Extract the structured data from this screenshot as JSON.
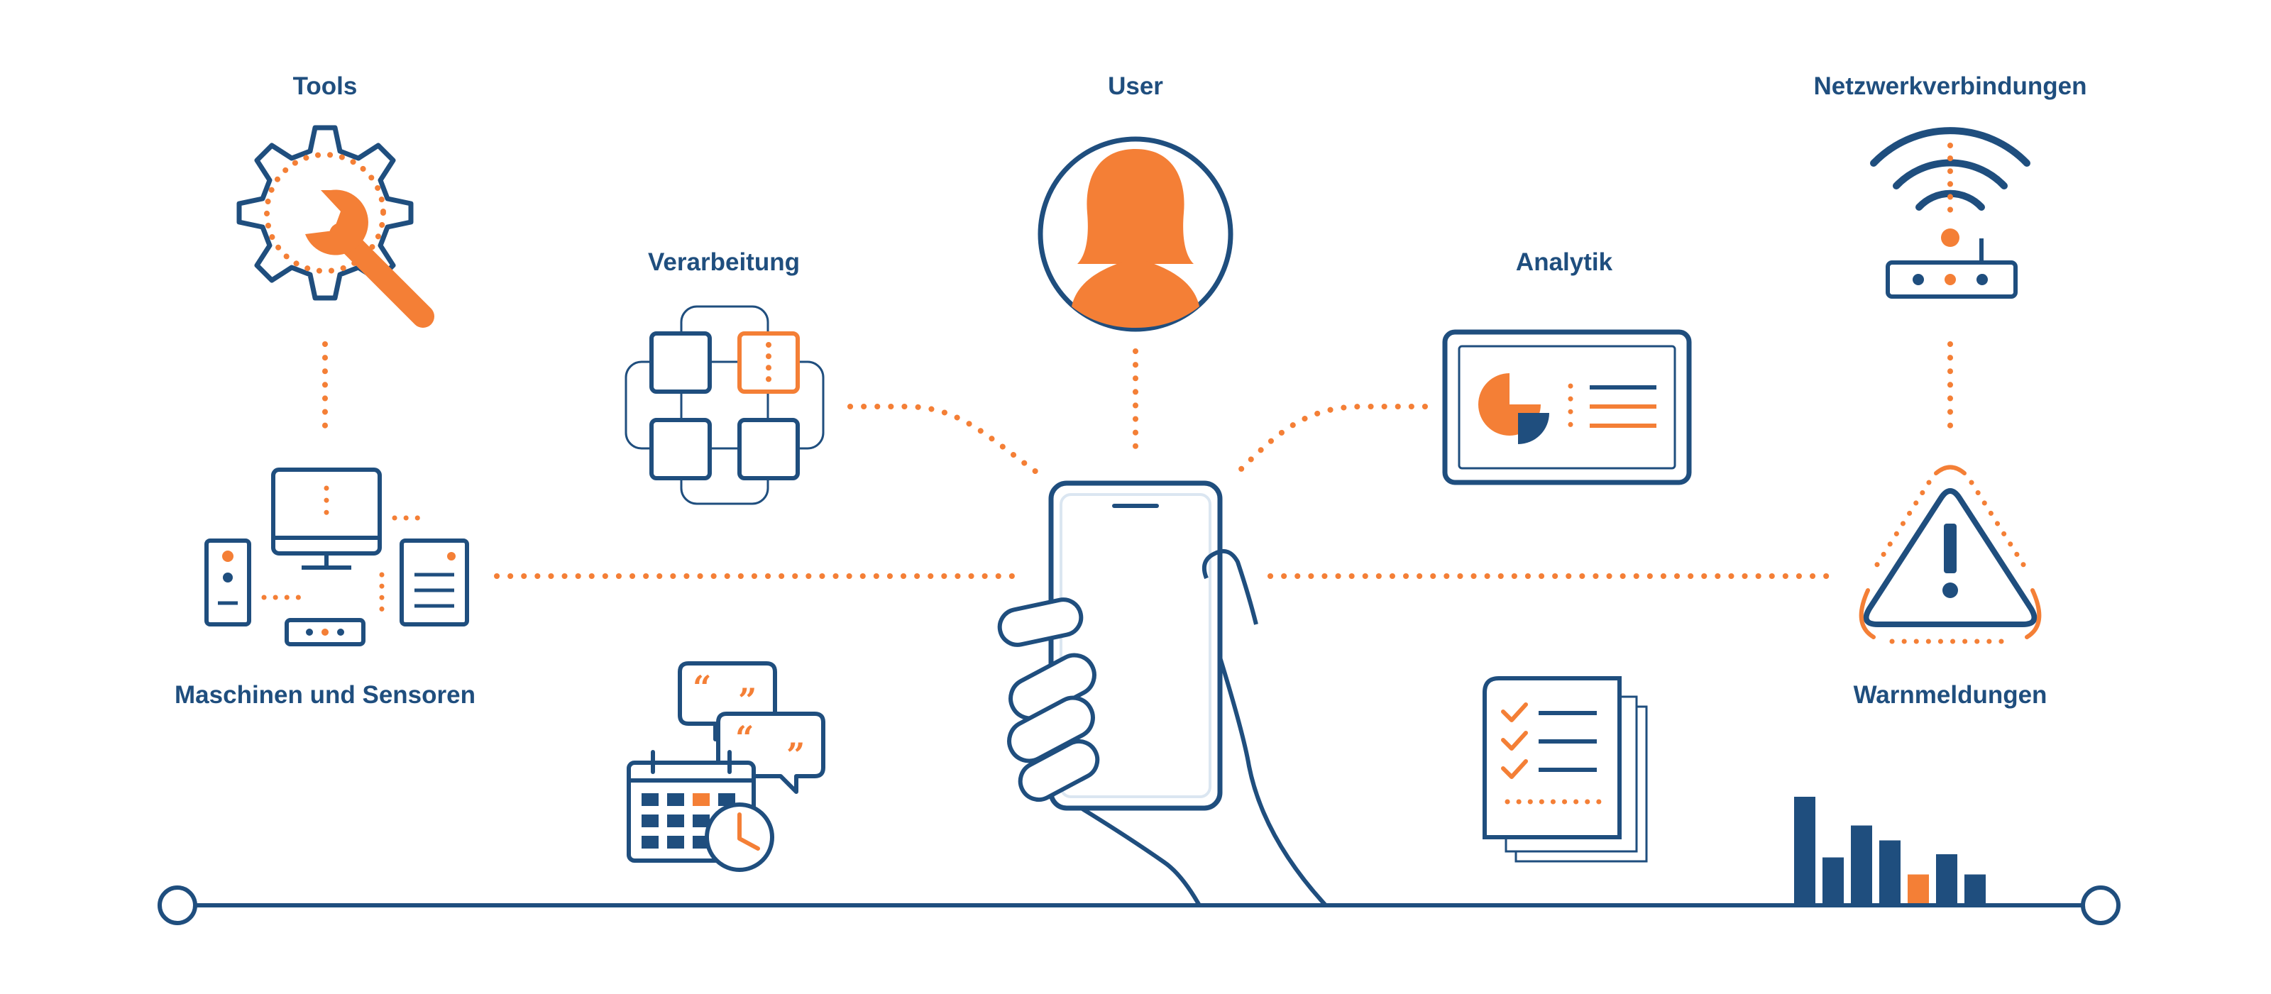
{
  "colors": {
    "navy": "#1f4e7e",
    "orange": "#f47f36",
    "light_blue": "#dbe6f1",
    "background": "#ffffff"
  },
  "labels": {
    "tools": "Tools",
    "user": "User",
    "network": "Netzwerkverbindungen",
    "processing": "Verarbeitung",
    "analytics": "Analytik",
    "machines": "Maschinen und Sensoren",
    "alerts": "Warnmeldungen"
  },
  "icons": {
    "tools": "gear-wrench-icon",
    "user": "user-avatar-icon",
    "network": "wifi-router-icon",
    "processing": "processing-blocks-icon",
    "analytics": "analytics-dashboard-icon",
    "machines": "machines-sensors-icon",
    "alerts": "warning-triangle-icon",
    "phone": "smartphone-in-hand-icon",
    "calendar": "calendar-chat-clock-icon",
    "checklist": "checklist-documents-icon",
    "bars": "bar-chart-icon"
  },
  "bar_chart": {
    "values": [
      1.0,
      0.43,
      0.73,
      0.59,
      0.27,
      0.46,
      0.27
    ],
    "highlight_index": 4
  }
}
